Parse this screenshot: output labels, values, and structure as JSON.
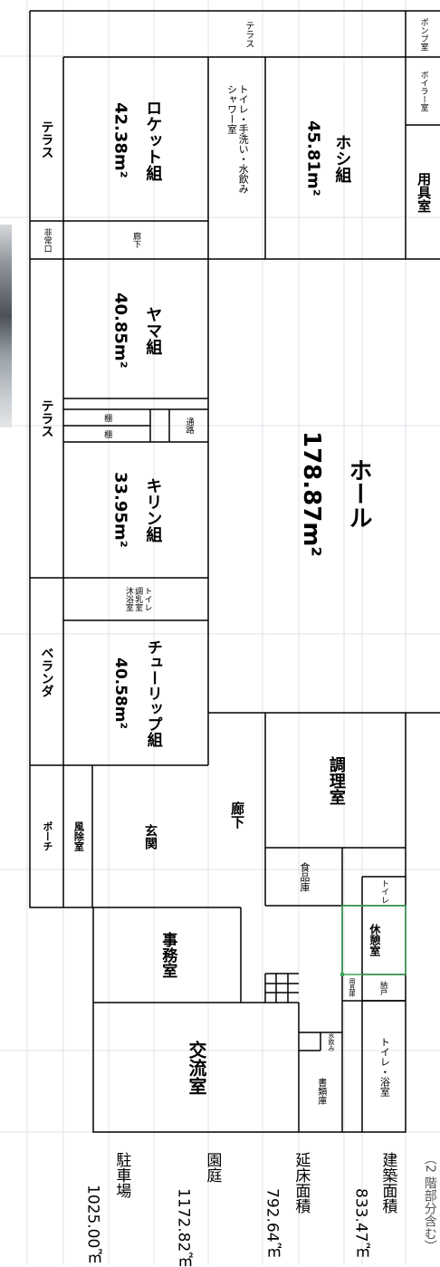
{
  "rooms": {
    "pump_room": "ポンプ室",
    "boiler_room": "ボイラー室",
    "equipment_room": "用具室",
    "terrace_top": "テラス",
    "toilet_shower": "トイレ・手洗い・水飲み\nシャワー室",
    "hoshi": {
      "name": "ホシ組",
      "area": "45.81m²"
    },
    "rocket": {
      "name": "ロケット組",
      "area": "42.38m²"
    },
    "terrace_left_1": "テラス",
    "emergency_exit": "非常口",
    "corridor_1": "廊下",
    "yama": {
      "name": "ヤマ組",
      "area": "40.85m²"
    },
    "terrace_left_2": "テラス",
    "shelf_1": "棚",
    "shelf_2": "棚",
    "passage": "通路",
    "hall": {
      "name": "ホール",
      "area": "178.87m²"
    },
    "kirin": {
      "name": "キリン組",
      "area": "33.95m²"
    },
    "nursing_block": "トイレ\n調乳室\n沐浴室",
    "veranda": "ベランダ",
    "tulip": {
      "name": "チューリップ組",
      "area": "40.58m²"
    },
    "kitchen": "調理室",
    "corridor_2": "廊下",
    "porch": "ポーチ",
    "windbreak": "風除室",
    "entrance": "玄関",
    "pantry": "食品庫",
    "toilet_small": "トイレ",
    "rest_room": "休憩室",
    "office": "事務室",
    "tool_storage": "用具庫",
    "closet": "納戸",
    "water_fountain": "水飲み",
    "exchange_room": "交流室",
    "document_storage": "書類庫",
    "toilet_bath": "トイレ・浴室"
  },
  "stats": [
    {
      "label": "建築面積",
      "value": "833.47㎡"
    },
    {
      "label": "延床面積",
      "value": "792.64㎡"
    },
    {
      "label": "園庭",
      "value": "1172.82㎡"
    },
    {
      "label": "駐車場",
      "value": "1025.00㎡"
    }
  ],
  "cutoff_text": "（2 階部分含む）",
  "colors": {
    "selection": "#3aa55a",
    "wall": "#000000",
    "grid": "#dde3e8"
  }
}
